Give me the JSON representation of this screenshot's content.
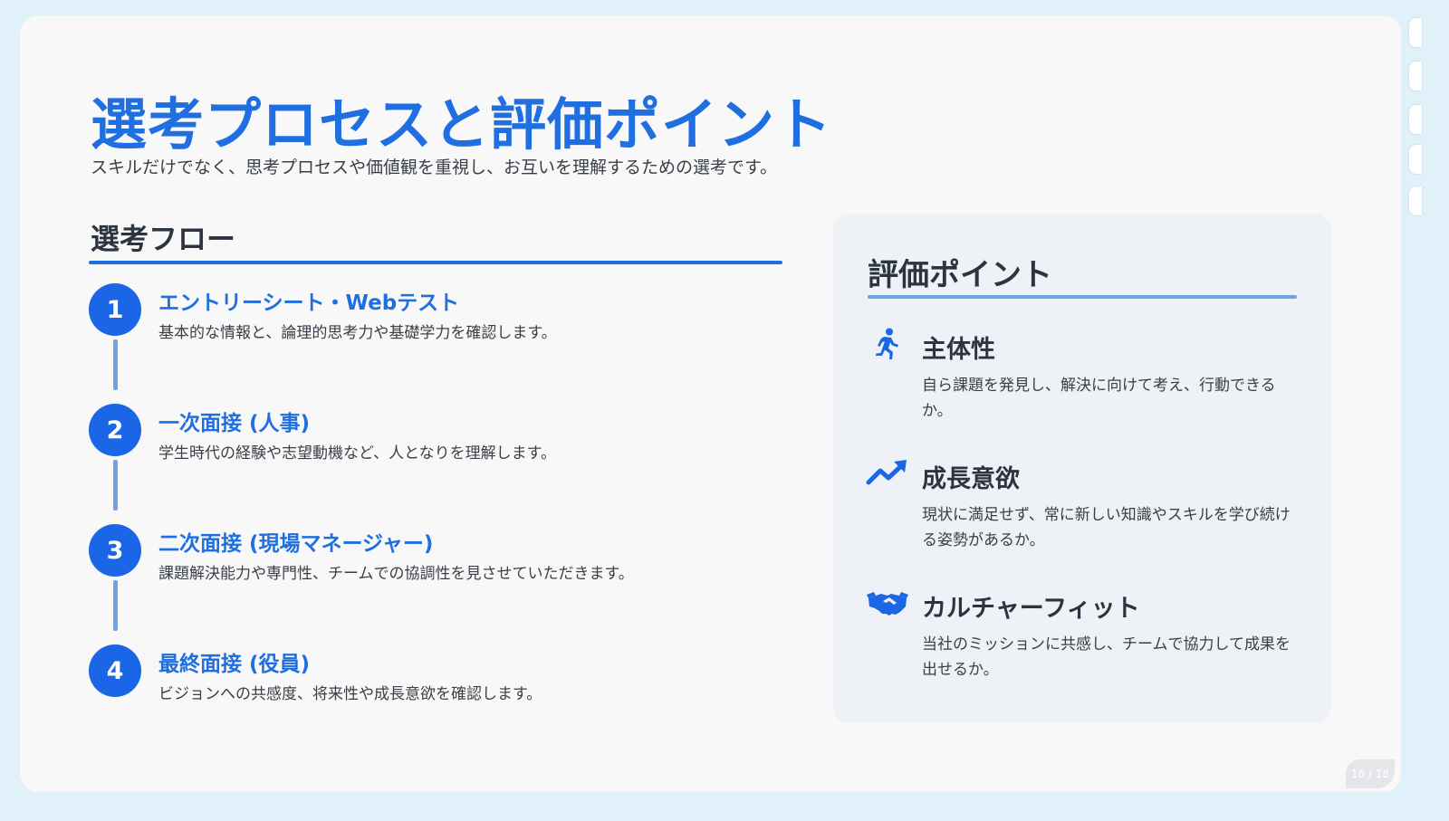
{
  "slide": {
    "title": "選考プロセスと評価ポイント",
    "subtitle": "スキルだけでなく、思考プロセスや価値観を重視し、お互いを理解するための選考です。",
    "page_indicator": "16 / 18"
  },
  "flow": {
    "heading": "選考フロー",
    "steps": [
      {
        "number": "1",
        "title": "エントリーシート・Webテスト",
        "description": "基本的な情報と、論理的思考力や基礎学力を確認します。"
      },
      {
        "number": "2",
        "title": "一次面接 (人事)",
        "description": "学生時代の経験や志望動機など、人となりを理解します。"
      },
      {
        "number": "3",
        "title": "二次面接 (現場マネージャー)",
        "description": "課題解決能力や専門性、チームでの協調性を見させていただきます。"
      },
      {
        "number": "4",
        "title": "最終面接 (役員)",
        "description": "ビジョンへの共感度、将来性や成長意欲を確認します。"
      }
    ]
  },
  "evaluation": {
    "heading": "評価ポイント",
    "items": [
      {
        "icon": "running-person-icon",
        "title": "主体性",
        "description": "自ら課題を発見し、解決に向けて考え、行動できるか。"
      },
      {
        "icon": "trending-up-icon",
        "title": "成長意欲",
        "description": "現状に満足せず、常に新しい知識やスキルを学び続ける姿勢があるか。"
      },
      {
        "icon": "handshake-icon",
        "title": "カルチャーフィット",
        "description": "当社のミッションに共感し、チームで協力して成果を出せるか。"
      }
    ]
  },
  "colors": {
    "accent": "#1f6fe0",
    "step_circle": "#1a66e6",
    "connector": "#6ea2e3",
    "heading_text": "#2b3440",
    "card_background": "#eef2f6",
    "page_background": "#e0f1fa"
  }
}
